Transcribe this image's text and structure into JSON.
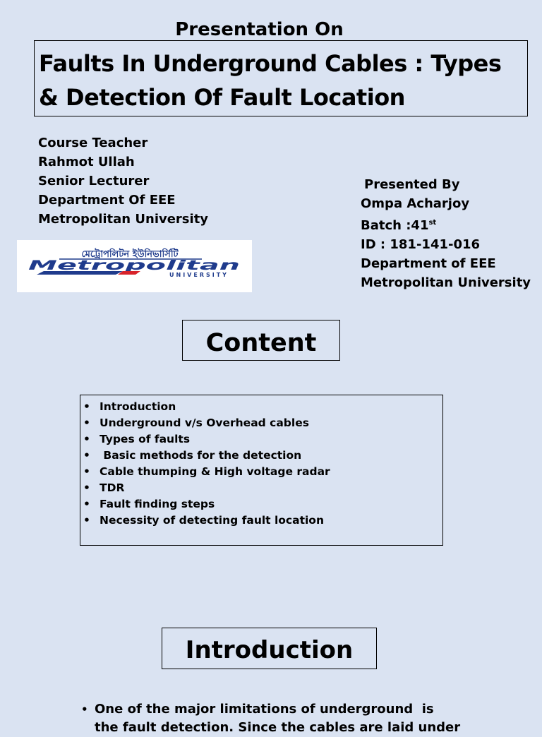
{
  "slide1": {
    "super_title": "Presentation On",
    "title": "Faults In Underground Cables : Types & Detection Of Fault Location",
    "teacher": {
      "role": "Course Teacher",
      "name": "Rahmot Ullah",
      "designation": "Senior Lecturer",
      "department": "Department Of EEE",
      "university": "Metropolitan University"
    },
    "presenter": {
      "heading": "Presented By",
      "name": "Ompa Acharjoy",
      "batch_label": "Batch :41",
      "batch_sup": "st",
      "id": "ID : 181-141-016",
      "department": "Department of EEE",
      "university": "Metropolitan University"
    },
    "logo": {
      "bangla_text": "মেট্রোপলিটন ইউনিভার্সিটি",
      "wordmark": "Metropolitan",
      "subword": "UNIVERSITY"
    }
  },
  "slide2": {
    "heading": "Content",
    "bullet": "•",
    "items": [
      "Introduction",
      "Underground v/s Overhead cables",
      "Types of faults",
      " Basic methods for the detection",
      "Cable thumping & High voltage radar",
      "TDR",
      "Fault finding steps",
      "Necessity of detecting fault location"
    ]
  },
  "slide3": {
    "heading": "Introduction",
    "bullet": "•",
    "line1": "One of the major limitations of underground  is",
    "line2": "the fault detection. Since the cables are laid under"
  },
  "colors": {
    "background": "#dae3f2",
    "logo_blue": "#1f3b8c",
    "logo_red": "#d8232a"
  }
}
